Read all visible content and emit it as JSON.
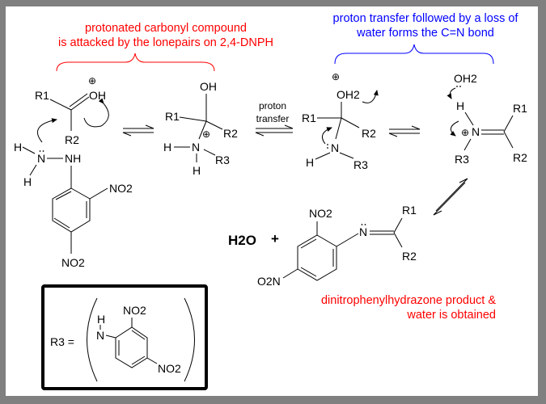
{
  "colors": {
    "background": "#808080",
    "canvas": "#ffffff",
    "annotation_red": "#ff0000",
    "annotation_blue": "#0000ff"
  },
  "annotations": {
    "red_top": [
      "protonated carbonyl compound",
      "is attacked by the lonepairs on 2,4-DNPH"
    ],
    "blue_top": [
      "proton transfer followed by a loss of",
      "water forms the C=N bond"
    ],
    "red_bottom": [
      "dinitrophenylhydrazone product &",
      "water is obtained"
    ]
  },
  "arrow_label": [
    "proton",
    "transfer"
  ],
  "mol1": {
    "R1": "R1",
    "OH": "OH",
    "R2": "R2",
    "H_a": "H",
    "N": "N",
    "NH": "NH",
    "H_b": "H",
    "NO2_a": "NO2",
    "NO2_b": "NO2"
  },
  "mol2": {
    "OH": "OH",
    "R1": "R1",
    "R2": "R2",
    "H_left": "H",
    "N": "N",
    "R3": "R3",
    "H_bottom": "H"
  },
  "mol3": {
    "OH2": "OH2",
    "R1": "R1",
    "R2": "R2",
    "N": "N",
    "H": "H",
    "R3": "R3"
  },
  "mol4": {
    "OH2": "OH2",
    "H": "H",
    "N": "N",
    "R1": "R1",
    "R2": "R2",
    "R3": "R3"
  },
  "product": {
    "water": "H2O",
    "plus": "+",
    "NO2": "NO2",
    "O2N": "O2N",
    "N": "N",
    "R1": "R1",
    "R2": "R2"
  },
  "legend_box": {
    "R3_eq": "R3 =",
    "H": "H",
    "N": "N",
    "NO2_a": "NO2",
    "NO2_b": "NO2"
  },
  "charge_symbol": "⊕"
}
